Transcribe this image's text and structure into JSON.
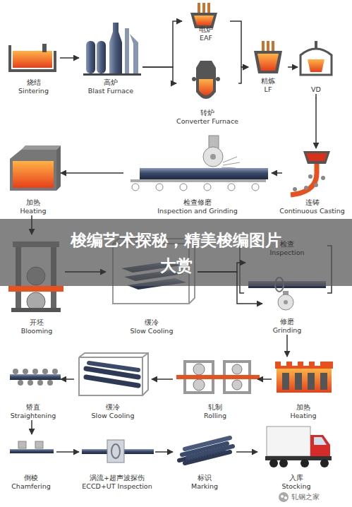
{
  "diagram": {
    "title": "梭编艺术探秘，精美梭编图片大赏",
    "nodes": [
      {
        "text": [
          "烧结",
          "Sintering"
        ]
      },
      {
        "text": [
          "高炉",
          "Blast Furnace"
        ]
      },
      {
        "text": [
          "电炉",
          "EAF"
        ]
      },
      {
        "text": [
          "转炉",
          "Converter Furnace"
        ]
      },
      {
        "text": [
          "精炼",
          "LF"
        ]
      },
      {
        "text": [
          "VD"
        ]
      },
      {
        "text": [
          "加热",
          "Heating"
        ]
      },
      {
        "text": [
          "检查修磨",
          "Inspection and Grinding"
        ]
      },
      {
        "text": [
          "连铸",
          "Continuous Casting"
        ]
      },
      {
        "text": [
          "开坯",
          "Blooming"
        ]
      },
      {
        "text": [
          "缓冷",
          "Slow Cooling"
        ]
      },
      {
        "text": [
          "检查",
          "Inspection"
        ]
      },
      {
        "text": [
          "修磨",
          "Grinding"
        ]
      },
      {
        "text": [
          "矫直",
          "Straightening"
        ]
      },
      {
        "text": [
          "缓冷",
          "Slow Cooling"
        ]
      },
      {
        "text": [
          "轧制",
          "Rolling"
        ]
      },
      {
        "text": [
          "加热",
          "Heating"
        ]
      },
      {
        "text": [
          "倒棱",
          "Chamfering"
        ]
      },
      {
        "text": [
          "涡流+超声波探伤",
          "ECCD+UT Inspection"
        ]
      },
      {
        "text": [
          "标识",
          "Marking"
        ]
      },
      {
        "text": [
          "入库",
          "Stocking"
        ]
      }
    ],
    "edges": [
      {
        "from": 0,
        "to": 1,
        "arrow": "to"
      },
      {
        "from": 1,
        "to": 2,
        "arrow": "to"
      },
      {
        "from": 1,
        "to": 3,
        "arrow": "to"
      },
      {
        "from": 2,
        "to": 4,
        "arrow": "to"
      },
      {
        "from": 3,
        "to": 4,
        "arrow": "to"
      },
      {
        "from": 4,
        "to": 5,
        "arrow": "to"
      },
      {
        "from": 5,
        "to": 8,
        "arrow": "to"
      },
      {
        "from": 8,
        "to": 7,
        "arrow": "to"
      },
      {
        "from": 7,
        "to": 6,
        "arrow": "to"
      },
      {
        "from": 6,
        "to": 9,
        "arrow": "to"
      },
      {
        "from": 9,
        "to": 10,
        "arrow": "to"
      },
      {
        "from": 10,
        "to": 11,
        "arrow": "to"
      },
      {
        "from": 10,
        "to": 12,
        "arrow": "to"
      },
      {
        "from": 12,
        "to": 16,
        "arrow": "to"
      },
      {
        "from": 16,
        "to": 15,
        "arrow": "to"
      },
      {
        "from": 15,
        "to": 14,
        "arrow": "to"
      },
      {
        "from": 14,
        "to": 13,
        "arrow": "to"
      },
      {
        "from": 13,
        "to": 17,
        "arrow": "to"
      },
      {
        "from": 17,
        "to": 18,
        "arrow": "to"
      },
      {
        "from": 18,
        "to": 19,
        "arrow": "to"
      },
      {
        "from": 19,
        "to": 20,
        "arrow": "to"
      }
    ],
    "labels": [
      "轧钢之家"
    ]
  }
}
